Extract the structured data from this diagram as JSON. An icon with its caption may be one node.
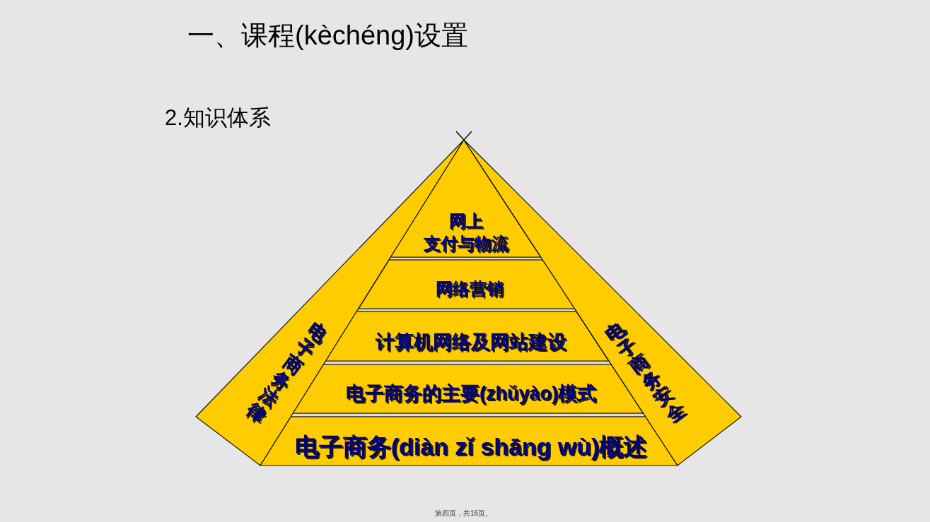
{
  "diagram": {
    "title": "一、课程(kèchéng)设置",
    "nodes": [
      {
        "text": [
          "网上支付与物流"
        ]
      },
      {
        "text": [
          "网络营销"
        ]
      },
      {
        "text": [
          "计算机网络及网站建设"
        ]
      },
      {
        "text": [
          "电子商务的主要(zhǔyào)模式"
        ]
      },
      {
        "text": [
          "电子商务(diàn zǐ shāng wù)概述"
        ]
      },
      {
        "text": [
          "电子商务法律"
        ]
      },
      {
        "text": [
          "电子商务安全"
        ]
      }
    ],
    "labels": [
      "2.知识体系",
      "第四页，共16页。"
    ]
  }
}
